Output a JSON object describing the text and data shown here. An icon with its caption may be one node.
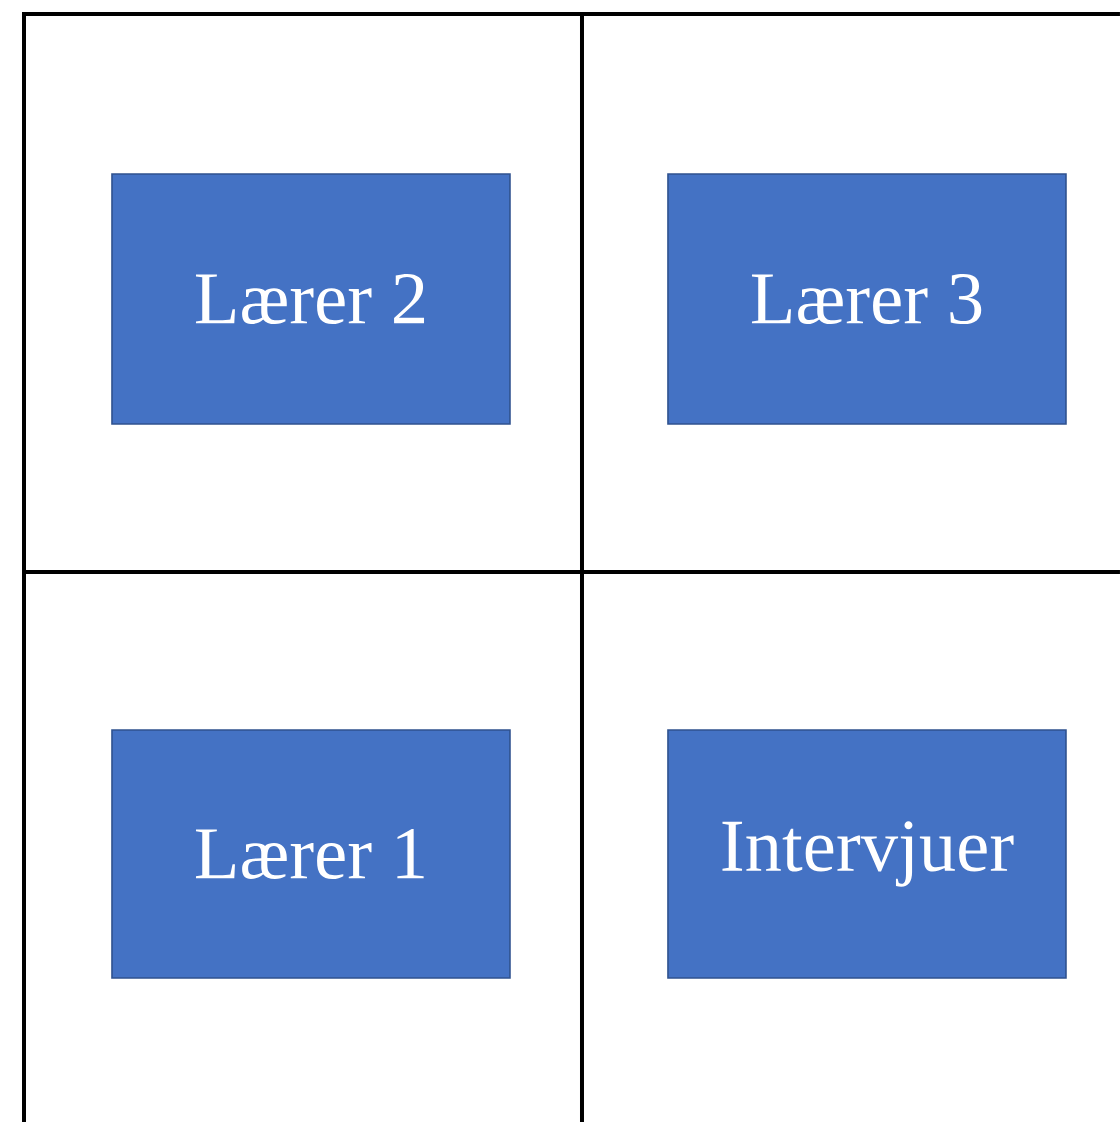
{
  "diagram": {
    "nodes": [
      {
        "text": [
          "Lærer 2"
        ]
      },
      {
        "text": [
          "Lærer 3"
        ]
      },
      {
        "text": [
          "Lærer 1"
        ]
      },
      {
        "text": [
          "Intervjuer"
        ]
      }
    ]
  }
}
